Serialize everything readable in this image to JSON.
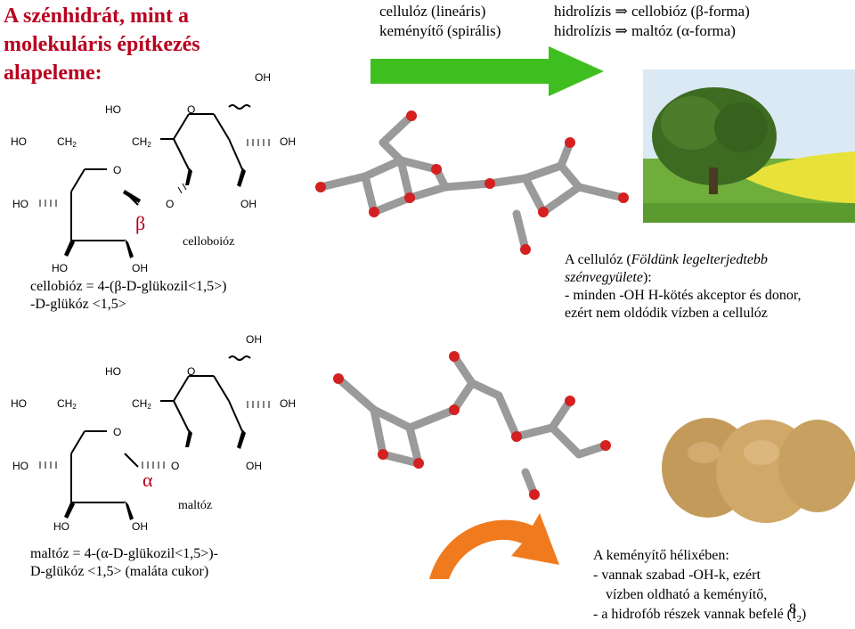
{
  "slide": {
    "title_line1": "A szénhidrát, mint a",
    "title_line2": "molekuláris építkezés",
    "title_line3": "alapeleme:",
    "page_number": "8"
  },
  "header": {
    "left_line1": "cellulóz (lineáris)",
    "left_line2": "keményítő (spirális)",
    "right_line1": "hidrolízis ⇒ cellobióz (β-forma)",
    "right_line2": "hidrolízis ⇒ maltóz (α-forma)"
  },
  "cellobiose": {
    "name_label": "celloboióz",
    "greek": "β",
    "line1": "cellobióz = 4-(β-D-glükozil<1,5>)",
    "line2": "-D-glükóz <1,5>",
    "atoms": {
      "oh_top": "OH",
      "ho_top": "HO",
      "o_ring_top": "O",
      "ho_left": "HO",
      "ch2_a": "CH",
      "ch2_b": "CH",
      "sub2": "2",
      "oh_right": "OH",
      "o_ring_bottom": "O",
      "ho_ring": "HO",
      "o_link": "O",
      "oh_ring_right": "OH",
      "ho_bottom": "HO",
      "oh_bottom": "OH"
    }
  },
  "maltose": {
    "name_label": "maltóz",
    "greek": "α",
    "line1": "maltóz = 4-(α-D-glükozil<1,5>)-",
    "line2": "D-glükóz <1,5> (maláta cukor)",
    "atoms": {
      "oh_top": "OH",
      "ho_top": "HO",
      "o_ring_top": "O",
      "ho_left": "HO",
      "ch2_a": "CH",
      "ch2_b": "CH",
      "sub2": "2",
      "oh_right": "OH",
      "o_ring_bottom": "O",
      "ho_ring": "HO",
      "o_link": "O",
      "oh_ring_right": "OH",
      "ho_bottom": "HO",
      "oh_bottom": "OH"
    }
  },
  "cellulose_text": {
    "line1_a": "A cellulóz (",
    "line1_b": "Földünk legelterjedtebb",
    "line2": "szénvegyülete",
    "line2_tail": "):",
    "line3": "- minden -OH H-kötés akceptor és donor,",
    "line4": "ezért nem oldódik vízben a cellulóz"
  },
  "starch_text": {
    "line1": "A keményítő hélixében:",
    "line2": "- vannak szabad -OH-k, ezért",
    "line3": "vízben oldható a keményítő,",
    "line4": "- a hidrofób részek vannak befelé (I",
    "line4_sub": "2",
    "line4_end": ")"
  },
  "colors": {
    "title": "#b8001e",
    "green_arrow": "#3fbf1f",
    "orange_arrow": "#f07a1e",
    "oxygen": "#d42020",
    "carbon": "#9a9a9a"
  }
}
